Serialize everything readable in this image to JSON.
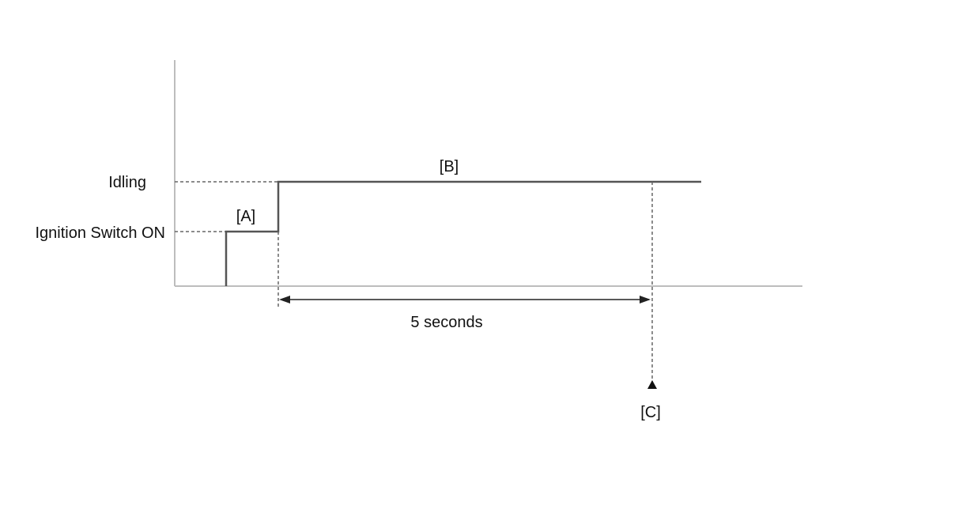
{
  "levels": {
    "idling": "Idling",
    "ignition_on": "Ignition Switch ON"
  },
  "markers": {
    "a": "[A]",
    "b": "[B]",
    "c": "[C]"
  },
  "duration": "5 seconds",
  "colors": {
    "axis": "#bdbdbd",
    "signal": "#555555",
    "guide": "#666666",
    "text": "#111111"
  }
}
